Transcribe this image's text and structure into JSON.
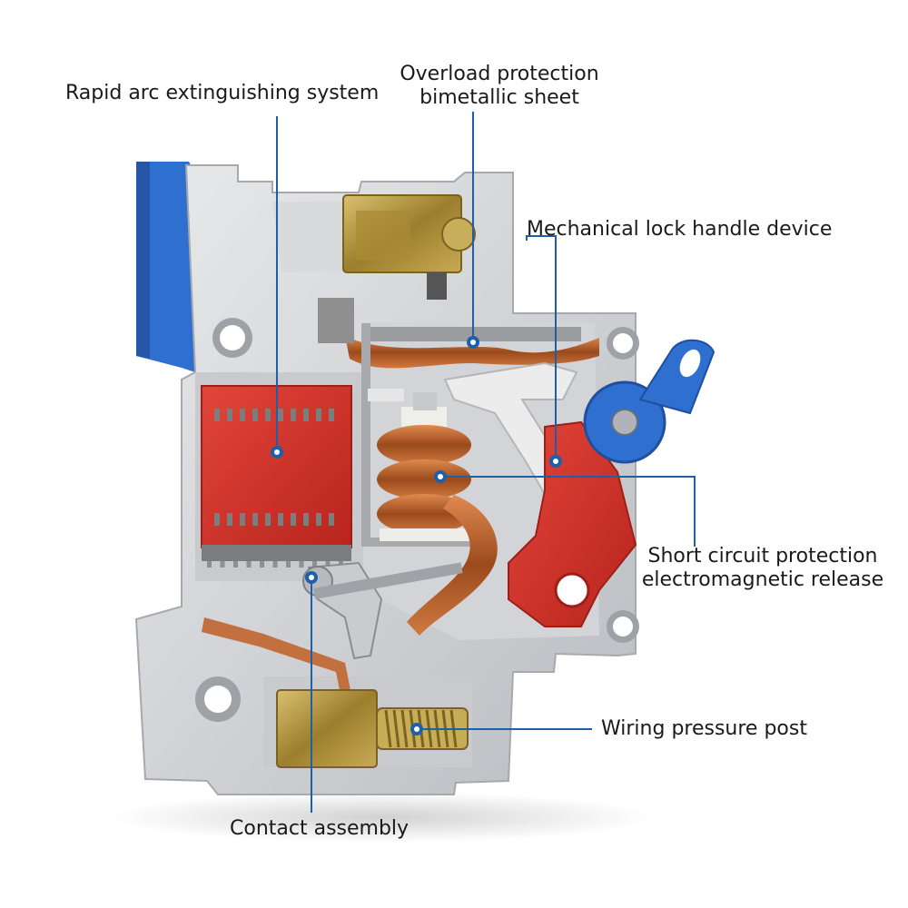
{
  "labels": {
    "arc": "Rapid arc extinguishing system",
    "overload_line1": "Overload protection",
    "overload_line2": "bimetallic sheet",
    "lock": "Mechanical lock handle device",
    "short_line1": "Short circuit protection",
    "short_line2": "electromagnetic release",
    "wiring": "Wiring pressure post",
    "contact": "Contact assembly"
  },
  "colors": {
    "leader": "#1f5fa8",
    "housing": "#cfd1d4",
    "arc_chute": "#d8322a",
    "copper": "#b8652e",
    "handle_blue": "#2f6fcf",
    "brass": "#b89a3a",
    "lever": "#e8e8e8"
  }
}
